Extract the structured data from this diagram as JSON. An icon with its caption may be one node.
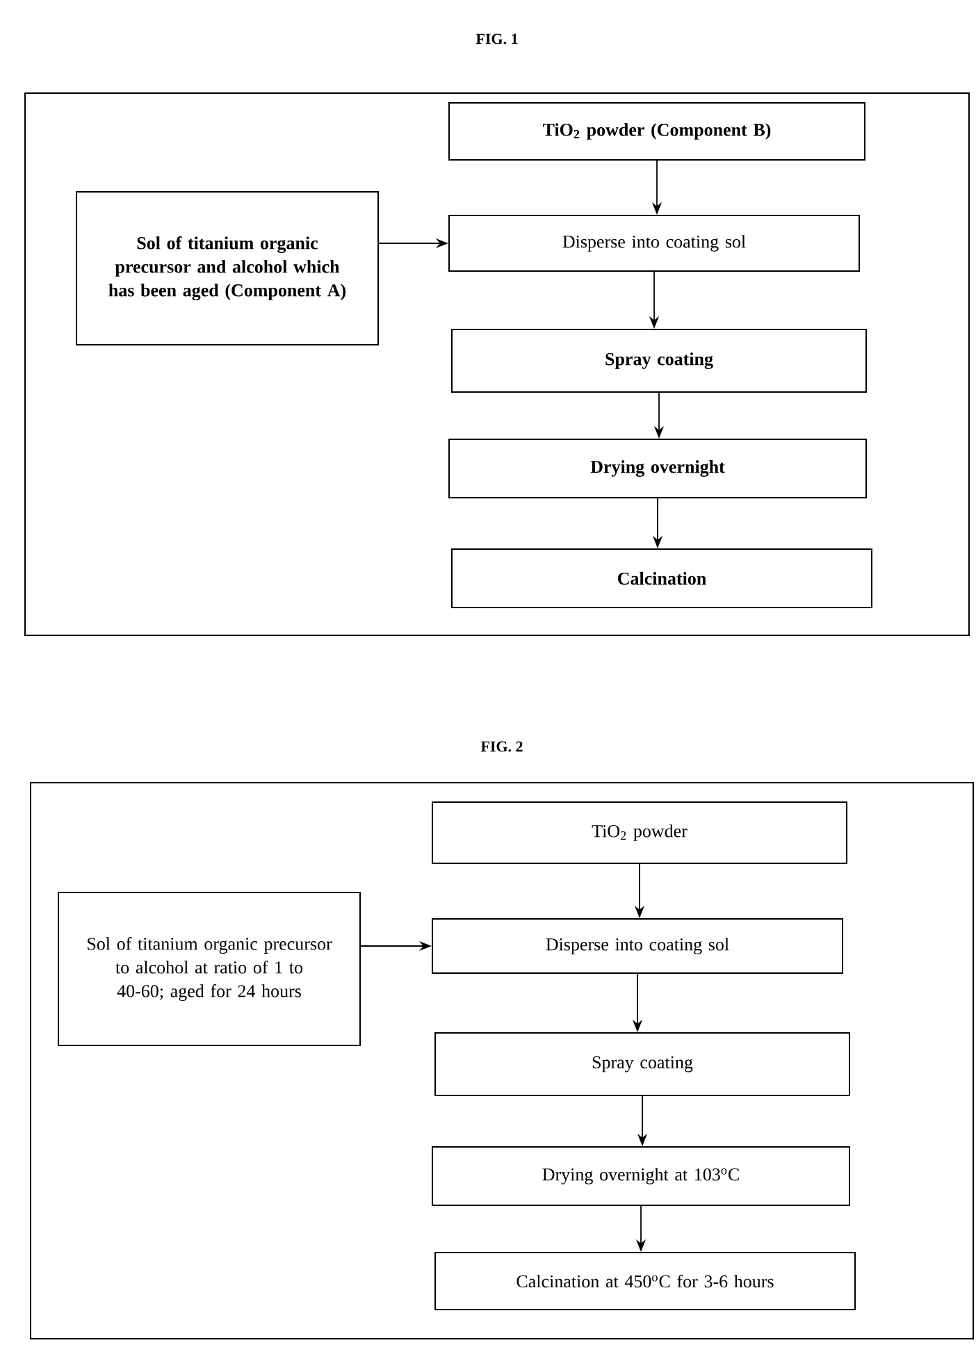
{
  "diagram": {
    "nodes": [
      {
        "text": [
          "FIG. 1"
        ]
      },
      {
        "text": [
          "TiO$_{2}$ powder (Component B)"
        ],
        "in": 0
      },
      {
        "text": [
          "Sol of titanium organic precursor and alcohol which has been aged (Component A)"
        ],
        "in": 0
      },
      {
        "text": [
          "Disperse into coating sol"
        ],
        "in": 0
      },
      {
        "text": [
          "Spray coating"
        ],
        "in": 0
      },
      {
        "text": [
          "Drying overnight"
        ],
        "in": 0
      },
      {
        "text": [
          "Calcination"
        ],
        "in": 0
      },
      {
        "text": [
          "FIG. 2"
        ]
      },
      {
        "text": [
          "TiO$_{2}$ powder"
        ],
        "in": 7
      },
      {
        "text": [
          "Sol of titanium organic precursor to alcohol at ratio of 1 to 40-60; aged for 24 hours"
        ],
        "in": 7
      },
      {
        "text": [
          "Disperse into coating sol"
        ],
        "in": 7
      },
      {
        "text": [
          "Spray coating"
        ],
        "in": 7
      },
      {
        "text": [
          "Drying overnight at 103$^{o}$C"
        ],
        "in": 7
      },
      {
        "text": [
          "Calcination at 450$^{o}$C for 3-6 hours"
        ],
        "in": 7
      }
    ],
    "edges": [
      {
        "from": 1,
        "to": 3,
        "arrow": "to"
      },
      {
        "from": 2,
        "to": 3,
        "arrow": "to"
      },
      {
        "from": 3,
        "to": 4,
        "arrow": "to"
      },
      {
        "from": 4,
        "to": 5,
        "arrow": "to"
      },
      {
        "from": 5,
        "to": 6,
        "arrow": "to"
      },
      {
        "from": 8,
        "to": 10,
        "arrow": "to"
      },
      {
        "from": 9,
        "to": 10,
        "arrow": "to"
      },
      {
        "from": 10,
        "to": 11,
        "arrow": "to"
      },
      {
        "from": 11,
        "to": 12,
        "arrow": "to"
      },
      {
        "from": 12,
        "to": 13,
        "arrow": "to"
      }
    ]
  }
}
